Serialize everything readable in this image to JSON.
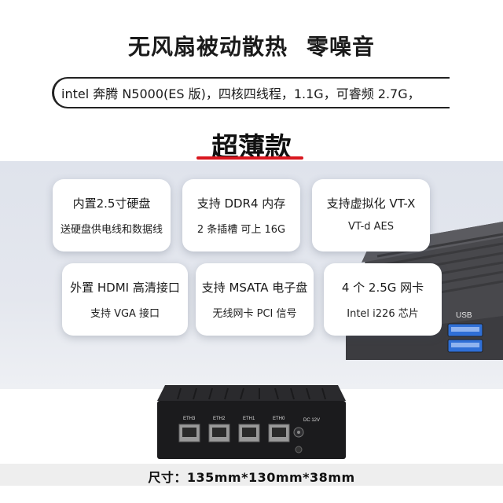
{
  "headline": {
    "left": "无风扇被动散热",
    "right": "零噪音"
  },
  "spec_line": "intel 奔腾 N5000(ES 版)，四核四线程，1.1G，可睿频 2.7G，",
  "thin_title": "超薄款",
  "features": [
    {
      "title": "内置2.5寸硬盘",
      "subtitle": "送硬盘供电线和数据线"
    },
    {
      "title": "支持 DDR4 内存",
      "subtitle": "2 条插槽 可上 16G"
    },
    {
      "title": "支持虚拟化 VT-X",
      "subtitle": "VT-d   AES"
    },
    {
      "title": "外置 HDMI 高清接口",
      "subtitle": "支持 VGA 接口"
    },
    {
      "title": "支持 MSATA 电子盘",
      "subtitle": "无线网卡 PCI 信号"
    },
    {
      "title": "4 个 2.5G 网卡",
      "subtitle": "Intel i226 芯片"
    }
  ],
  "device": {
    "usb_label": "USB",
    "ports": [
      "ETH3",
      "ETH2",
      "ETH1",
      "ETH0"
    ],
    "power_label": "DC 12V"
  },
  "size_line": "尺寸：135mm*130mm*38mm",
  "colors": {
    "accent_red": "#d9171f",
    "device_body": "#1b1b1d",
    "side_device": "#4a4a4e",
    "usb_blue": "#2f6fd6"
  }
}
